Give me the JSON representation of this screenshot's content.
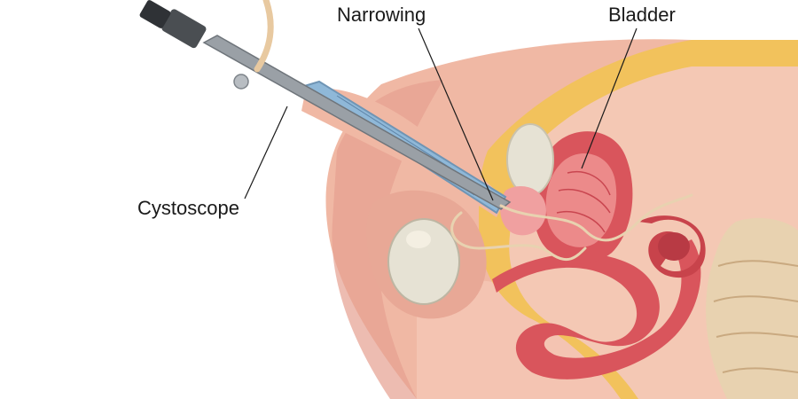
{
  "labels": {
    "narrowing": "Narrowing",
    "bladder": "Bladder",
    "cystoscope": "Cystoscope"
  },
  "colors": {
    "skin": "#f0b8a4",
    "skin_shadow": "#d98f7f",
    "skin_light": "#f8d4c6",
    "fat": "#f2c25c",
    "muscle": "#d9555c",
    "muscle_light": "#ec8a8a",
    "cartilage": "#e6e2d4",
    "scope_metal": "#9aa0a6",
    "scope_blue": "#8fb8d8",
    "tube": "#e8c9a0"
  }
}
